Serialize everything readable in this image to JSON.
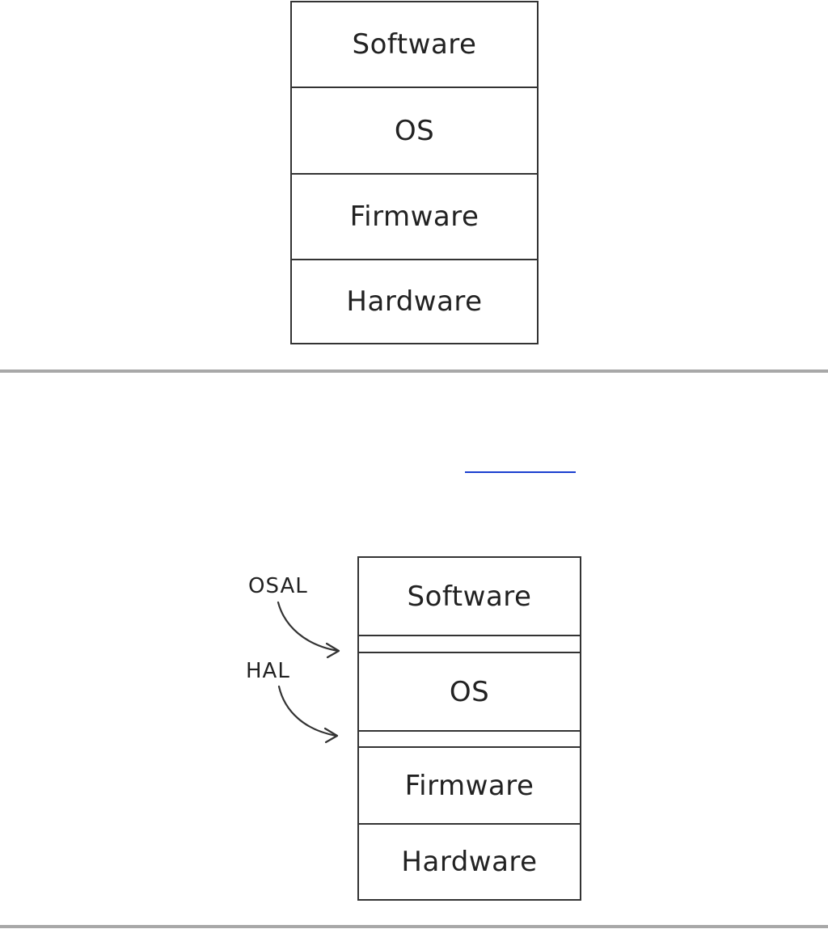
{
  "figure_1": {
    "layers": [
      "Software",
      "OS",
      "Firmware",
      "Hardware"
    ]
  },
  "figure_2": {
    "layers": [
      "Software",
      "OS",
      "Firmware",
      "Hardware"
    ],
    "annotations": {
      "osal": "OSAL",
      "hal": "HAL"
    }
  },
  "colors": {
    "line": "#333333",
    "divider": "#a8a8a8",
    "link": "#1a3fcf"
  },
  "icons": {
    "annotation_arrow": "curved-arrow-icon"
  }
}
